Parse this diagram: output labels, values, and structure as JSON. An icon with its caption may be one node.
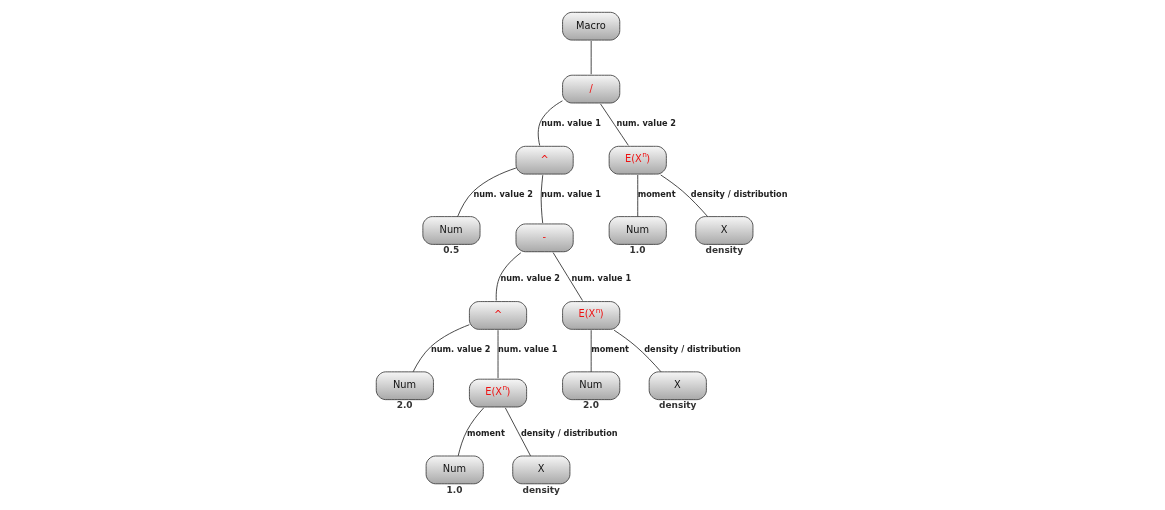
{
  "diagram": {
    "nodes": [
      {
        "text": [
          "Macro"
        ]
      },
      {
        "text": [
          "/"
        ]
      },
      {
        "text": [
          "^"
        ]
      },
      {
        "text": [
          "Num"
        ],
        "beside": [
          "0.5"
        ]
      },
      {
        "text": [
          "E(X$^{n}$)"
        ]
      },
      {
        "text": [
          "Num"
        ],
        "beside": [
          "1.0"
        ]
      },
      {
        "text": [
          "X"
        ],
        "beside": [
          "density"
        ]
      },
      {
        "text": [
          "-"
        ]
      },
      {
        "text": [
          "^"
        ]
      },
      {
        "text": [
          "E(X$^{n}$)"
        ]
      },
      {
        "text": [
          "Num"
        ],
        "beside": [
          "2.0"
        ]
      },
      {
        "text": [
          "X"
        ],
        "beside": [
          "density"
        ]
      },
      {
        "text": [
          "Num"
        ],
        "beside": [
          "2.0"
        ]
      },
      {
        "text": [
          "E(X$^{n}$)"
        ]
      },
      {
        "text": [
          "Num"
        ],
        "beside": [
          "1.0"
        ]
      },
      {
        "text": [
          "X"
        ],
        "beside": [
          "density"
        ]
      }
    ],
    "edges": [
      {
        "from": 0,
        "to": 1,
        "arrow": "none"
      },
      {
        "from": 1,
        "to": 2,
        "arrow": "none",
        "label": "num. value 1"
      },
      {
        "from": 1,
        "to": 4,
        "arrow": "none",
        "label": "num. value 2"
      },
      {
        "from": 2,
        "to": 7,
        "arrow": "none",
        "label": "num. value 1"
      },
      {
        "from": 2,
        "to": 3,
        "arrow": "none",
        "label": "num. value 2"
      },
      {
        "from": 4,
        "to": 5,
        "arrow": "none",
        "label": "moment"
      },
      {
        "from": 4,
        "to": 6,
        "arrow": "none",
        "label": "density / distribution"
      },
      {
        "from": 7,
        "to": 9,
        "arrow": "none",
        "label": "num. value 1"
      },
      {
        "from": 7,
        "to": 8,
        "arrow": "none",
        "label": "num. value 2"
      },
      {
        "from": 9,
        "to": 10,
        "arrow": "none",
        "label": "moment"
      },
      {
        "from": 9,
        "to": 11,
        "arrow": "none",
        "label": "density / distribution"
      },
      {
        "from": 8,
        "to": 13,
        "arrow": "none",
        "label": "num. value 1"
      },
      {
        "from": 8,
        "to": 12,
        "arrow": "none",
        "label": "num. value 2"
      },
      {
        "from": 13,
        "to": 14,
        "arrow": "none",
        "label": "moment"
      },
      {
        "from": 13,
        "to": 15,
        "arrow": "none",
        "label": "density / distribution"
      }
    ]
  }
}
